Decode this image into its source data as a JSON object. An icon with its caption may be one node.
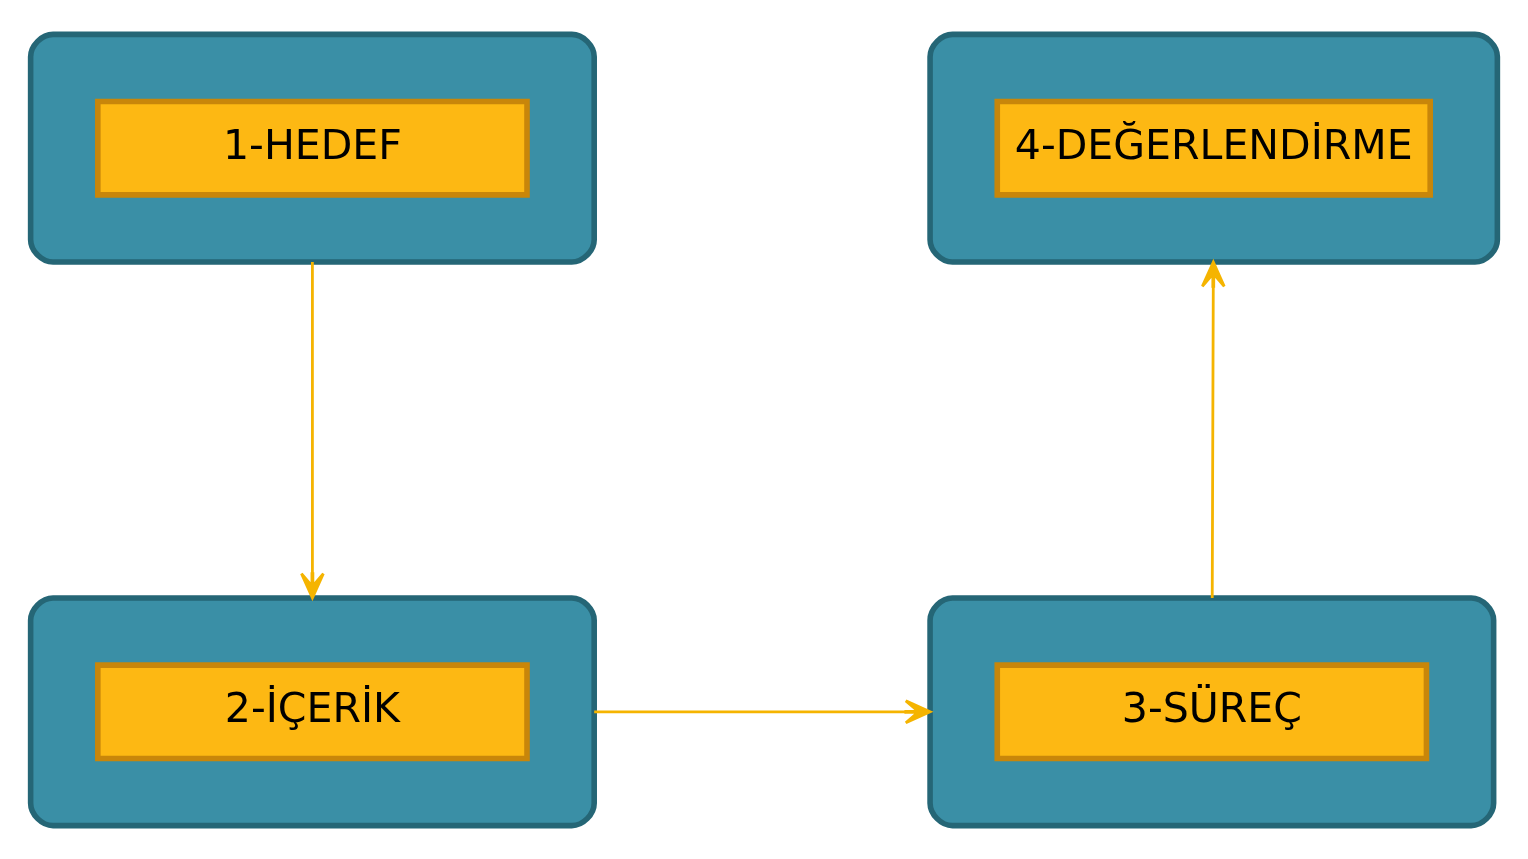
{
  "diagram": {
    "nodes": [
      {
        "text": [],
        "shape": "ellipse"
      },
      {
        "text": [
          "1-HEDEF"
        ],
        "in": 0
      },
      {
        "text": [],
        "shape": "ellipse"
      },
      {
        "text": [
          "4-DEĞERLENDİRME"
        ],
        "in": 2
      },
      {
        "text": [],
        "shape": "ellipse"
      },
      {
        "text": [
          "2-İÇERİK"
        ],
        "in": 4
      },
      {
        "text": [],
        "shape": "ellipse"
      },
      {
        "text": [
          "3-SÜREÇ"
        ],
        "in": 6
      }
    ],
    "edges": [
      {
        "from": 0,
        "to": 4,
        "arrow": "to"
      },
      {
        "from": 4,
        "to": 6,
        "arrow": "to"
      },
      {
        "from": 6,
        "to": 2,
        "arrow": "to"
      }
    ]
  }
}
